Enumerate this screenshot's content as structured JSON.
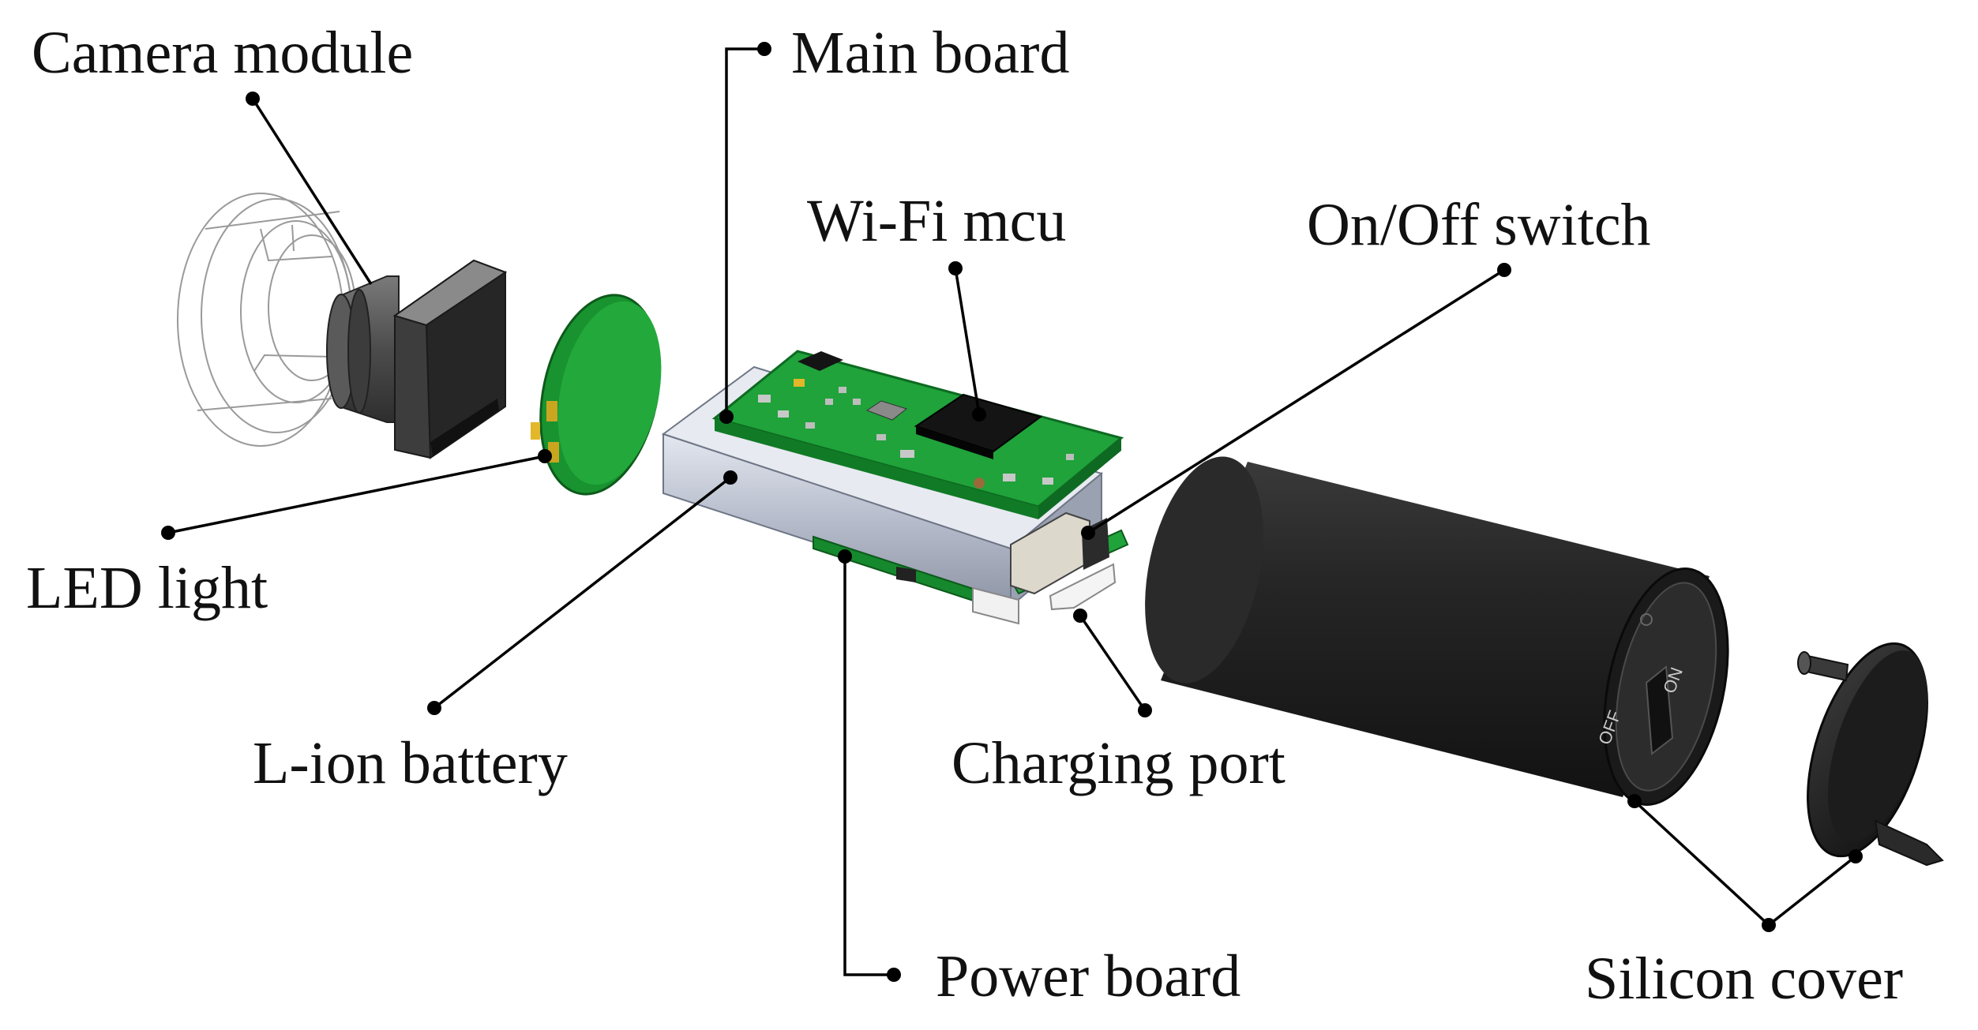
{
  "labels": {
    "camera_module": "Camera module",
    "main_board": "Main board",
    "wifi_mcu": "Wi-Fi mcu",
    "onoff_switch": "On/Off switch",
    "led_light": "LED light",
    "liion_battery": "L-ion battery",
    "charging_port": "Charging port",
    "power_board": "Power board",
    "silicon_cover": "Silicon cover"
  },
  "housing_marks": {
    "off": "OFF",
    "on": "ON"
  },
  "colors": {
    "pcb_green": "#1fa33a",
    "pcb_dark_green": "#117a26",
    "chip_black": "#141414",
    "battery_silver": "#b9c0d0",
    "housing_black": "#1e1e1e",
    "camera_grey": "#4a4a4a",
    "leader_black": "#000000"
  }
}
